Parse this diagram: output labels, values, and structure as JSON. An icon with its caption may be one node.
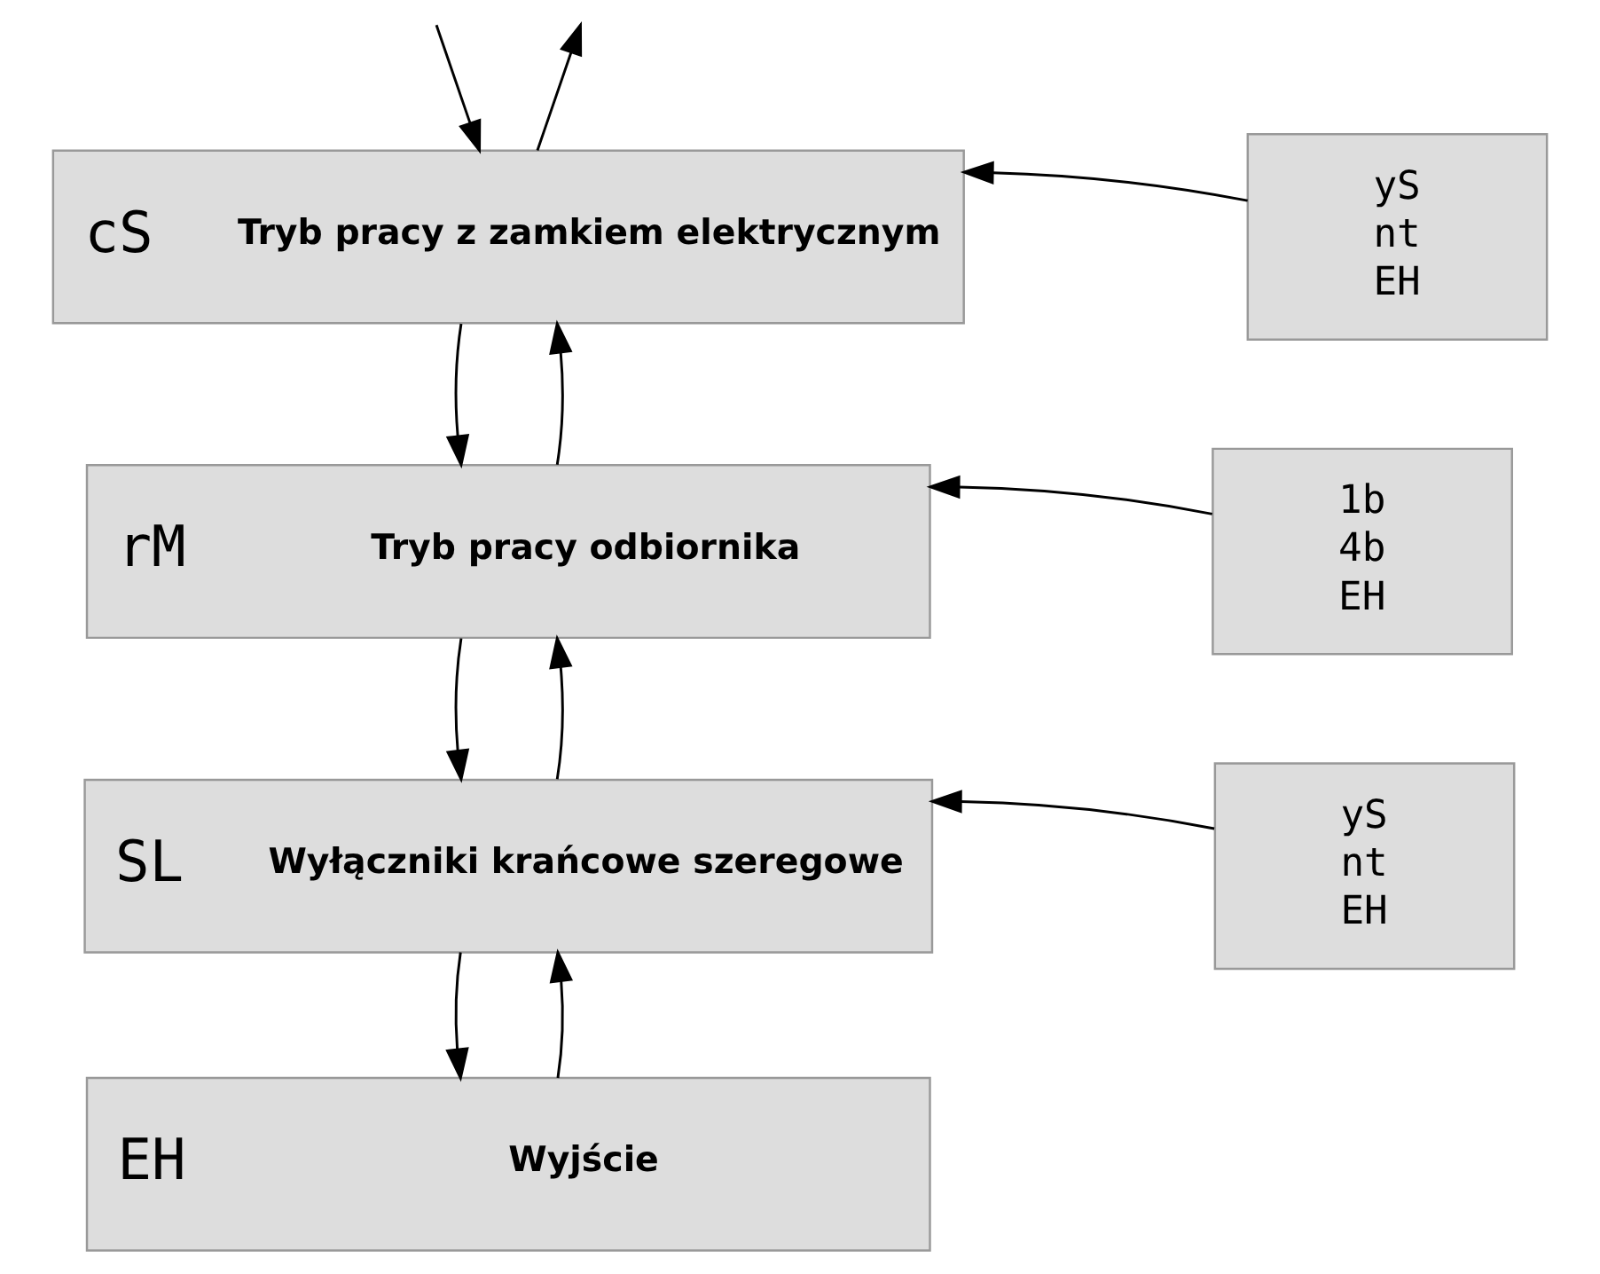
{
  "diagram": {
    "nodes": [
      {
        "text": [
          "cS",
          "Tryb pracy z zamkiem elektrycznym"
        ]
      },
      {
        "text": [
          "yS",
          "nt",
          "EH"
        ]
      },
      {
        "text": [
          "rM",
          "Tryb pracy odbiornika"
        ]
      },
      {
        "text": [
          "1b",
          "4b",
          "EH"
        ]
      },
      {
        "text": [
          "SL",
          "Wyłączniki krańcowe szeregowe"
        ]
      },
      {
        "text": [
          "yS",
          "nt",
          "EH"
        ]
      },
      {
        "text": [
          "EH",
          "Wyjście"
        ]
      }
    ],
    "edges": [
      {
        "from": null,
        "to": 0,
        "arrow": "to"
      },
      {
        "from": 0,
        "to": null,
        "arrow": "to"
      },
      {
        "from": 1,
        "to": 0,
        "arrow": "to"
      },
      {
        "from": 0,
        "to": 2,
        "arrow": "to"
      },
      {
        "from": 2,
        "to": 0,
        "arrow": "to"
      },
      {
        "from": 3,
        "to": 2,
        "arrow": "to"
      },
      {
        "from": 2,
        "to": 4,
        "arrow": "to"
      },
      {
        "from": 4,
        "to": 2,
        "arrow": "to"
      },
      {
        "from": 5,
        "to": 4,
        "arrow": "to"
      },
      {
        "from": 4,
        "to": 6,
        "arrow": "to"
      },
      {
        "from": 6,
        "to": 4,
        "arrow": "to"
      }
    ]
  }
}
